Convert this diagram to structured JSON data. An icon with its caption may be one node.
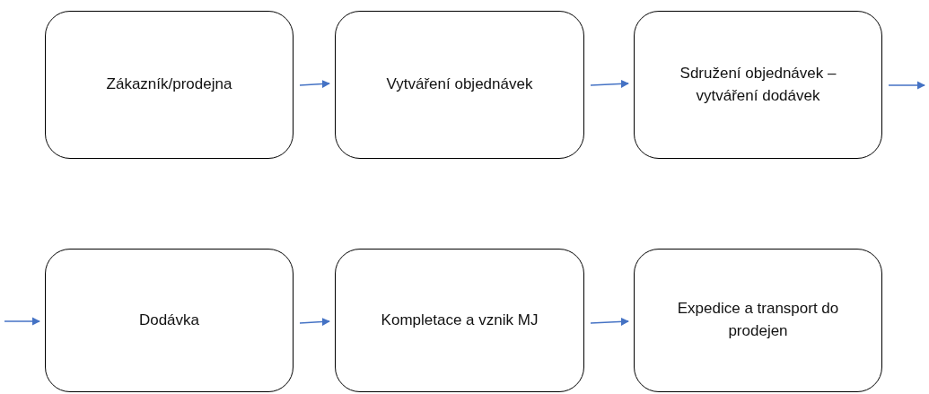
{
  "diagram": {
    "nodes": [
      {
        "text": [
          "Zákazník/prodejna"
        ]
      },
      {
        "text": [
          "Vytváření objednávek"
        ]
      },
      {
        "text": [
          "Sdružení objednávek – vytváření dodávek"
        ]
      },
      {
        "text": [
          "Dodávka"
        ]
      },
      {
        "text": [
          "Kompletace a vznik MJ"
        ]
      },
      {
        "text": [
          "Expedice a transport do prodejen"
        ]
      }
    ],
    "edges": [
      {
        "from": 0,
        "to": 1,
        "arrow": "to"
      },
      {
        "from": 1,
        "to": 2,
        "arrow": "to"
      },
      {
        "from": 2,
        "to": null,
        "arrow": "to"
      },
      {
        "from": null,
        "to": 3,
        "arrow": "to"
      },
      {
        "from": 3,
        "to": 4,
        "arrow": "to"
      },
      {
        "from": 4,
        "to": 5,
        "arrow": "to"
      }
    ]
  }
}
